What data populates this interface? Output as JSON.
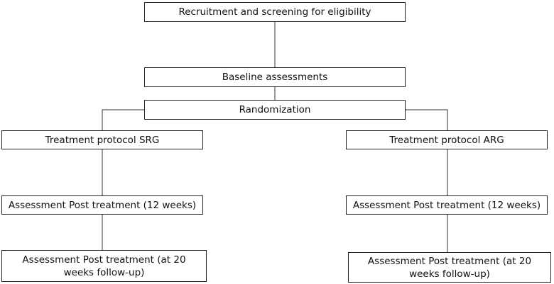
{
  "flowchart": {
    "recruitment": "Recruitment and screening for eligibility",
    "baseline": "Baseline assessments",
    "randomization": "Randomization",
    "srg": {
      "protocol": "Treatment protocol SRG",
      "post_12_weeks": "Assessment Post treatment (12 weeks)",
      "post_20_weeks": "Assessment Post treatment (at 20 weeks follow-up)"
    },
    "arg": {
      "protocol": "Treatment protocol ARG",
      "post_12_weeks": "Assessment Post treatment (12 weeks)",
      "post_20_weeks": "Assessment Post treatment (at 20 weeks follow-up)"
    }
  }
}
